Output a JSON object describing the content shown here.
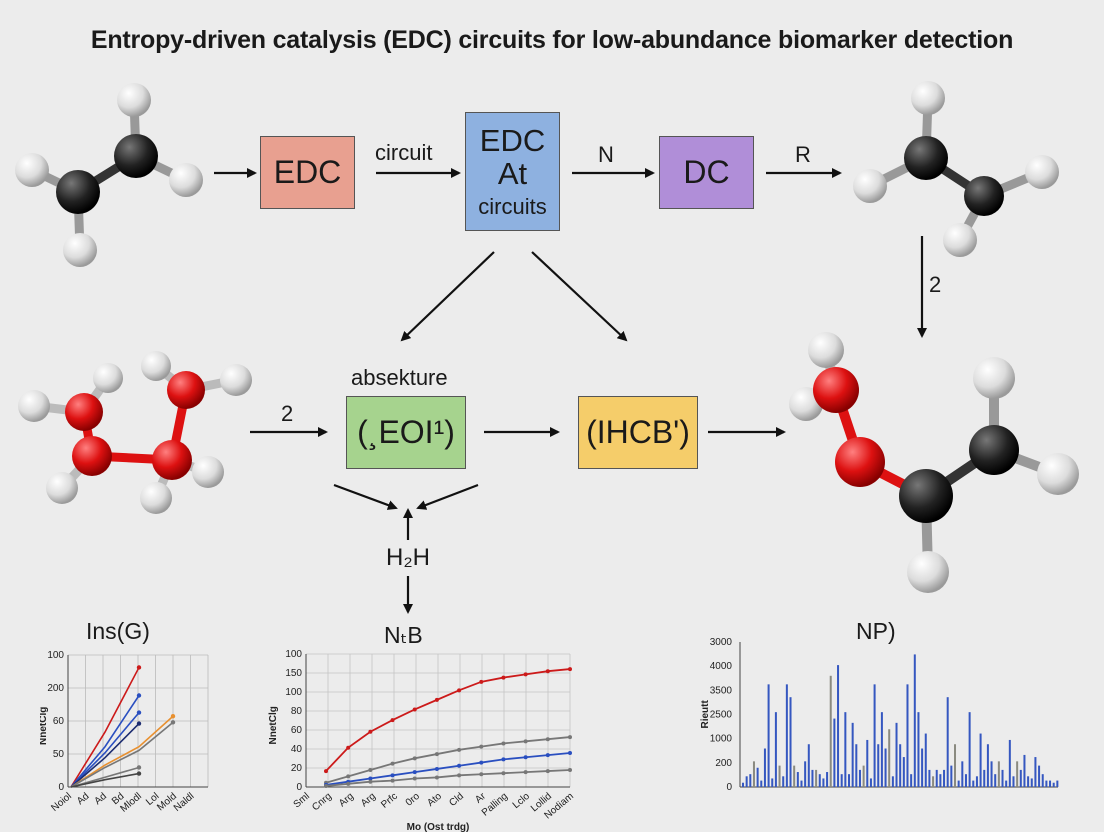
{
  "title": "Entropy-driven catalysis (EDC) circuits for low-abundance biomarker detection",
  "boxes": {
    "edc": "EDC",
    "mid_line1": "EDC",
    "mid_line2": "At",
    "mid_line3": "circuits",
    "dc": "DC",
    "eoi": "(¸EOI¹)",
    "ihcb": "(IHCB')"
  },
  "labels": {
    "circuit": "circuit",
    "n": "N",
    "r": "R",
    "two_right": "2",
    "two_left": "2",
    "absekture": "absekture",
    "h2h": "H₂H"
  },
  "colors": {
    "carbon": "#222222",
    "oxygen": "#dd1111",
    "hydrogen": "#e8e8e8",
    "red_series": "#cc1a1a",
    "blue_series": "#2a4fc0",
    "orange_series": "#e89030",
    "gray_series": "#777777"
  },
  "chart_data": [
    {
      "type": "line",
      "title": "Ins(G)",
      "ylabel": "NnetClg",
      "y_ticks": [
        "100",
        "200",
        "60",
        "50",
        "0"
      ],
      "x_ticks": [
        "Noiol",
        "Ad",
        "Ad",
        "Bd",
        "Mlodl",
        "Lol",
        "Mold",
        "Naldl"
      ],
      "series": [
        {
          "color": "red",
          "points": [
            [
              0,
              0
            ],
            [
              1,
              45
            ],
            [
              2,
              98
            ]
          ]
        },
        {
          "color": "blue",
          "points": [
            [
              0,
              0
            ],
            [
              1,
              33
            ],
            [
              2,
              75
            ]
          ]
        },
        {
          "color": "blue",
          "points": [
            [
              0,
              0
            ],
            [
              1,
              28
            ],
            [
              2,
              61
            ]
          ]
        },
        {
          "color": "dark blue",
          "points": [
            [
              0,
              0
            ],
            [
              1,
              24
            ],
            [
              2,
              52
            ]
          ]
        },
        {
          "color": "orange",
          "points": [
            [
              0,
              0
            ],
            [
              1,
              18
            ],
            [
              2,
              33
            ],
            [
              3,
              58
            ]
          ]
        },
        {
          "color": "gray",
          "points": [
            [
              0,
              0
            ],
            [
              1,
              16
            ],
            [
              2,
              30
            ],
            [
              3,
              53
            ]
          ]
        },
        {
          "color": "gray",
          "points": [
            [
              0,
              0
            ],
            [
              1,
              8
            ],
            [
              2,
              16
            ]
          ]
        },
        {
          "color": "dark",
          "points": [
            [
              0,
              0
            ],
            [
              1,
              6
            ],
            [
              2,
              11
            ]
          ]
        }
      ]
    },
    {
      "type": "line",
      "title": "NₜB",
      "ylabel": "NnetClg",
      "xlabel": "Mo (Ost trdg)",
      "y_ticks": [
        "100",
        "150",
        "100",
        "80",
        "60",
        "40",
        "20",
        "0"
      ],
      "x_ticks": [
        "Sml",
        "Cnrg",
        "Arg",
        "Arg",
        "Prfc",
        "0ro",
        "Ato",
        "Cld",
        "Ar",
        "Palling",
        "Lclo",
        "Lollid",
        "Nodiam"
      ],
      "series": [
        {
          "color": "red",
          "values": [
            15,
            37,
            52,
            63,
            73,
            82,
            91,
            99,
            103,
            106,
            109,
            111
          ]
        },
        {
          "color": "gray",
          "values": [
            4,
            10,
            16,
            22,
            27,
            31,
            35,
            38,
            41,
            43,
            45,
            47
          ]
        },
        {
          "color": "blue",
          "values": [
            2,
            5,
            8,
            11,
            14,
            17,
            20,
            23,
            26,
            28,
            30,
            32
          ]
        },
        {
          "color": "gray",
          "values": [
            1,
            3,
            5,
            6,
            8,
            9,
            11,
            12,
            13,
            14,
            15,
            16
          ]
        }
      ]
    },
    {
      "type": "bar",
      "title": "NP)",
      "ylabel": "Rieutt",
      "y_ticks": [
        "3000",
        "4000",
        "3500",
        "2500",
        "1000",
        "200",
        "0"
      ],
      "values": [
        2,
        5,
        6,
        12,
        9,
        3,
        18,
        48,
        4,
        35,
        10,
        5,
        48,
        42,
        10,
        7,
        3,
        12,
        20,
        8,
        8,
        6,
        4,
        7,
        52,
        32,
        57,
        6,
        35,
        6,
        30,
        20,
        8,
        10,
        22,
        4,
        48,
        20,
        35,
        18,
        27,
        5,
        30,
        20,
        14,
        48,
        6,
        62,
        35,
        18,
        25,
        8,
        5,
        8,
        6,
        8,
        42,
        10,
        20,
        3,
        12,
        6,
        35,
        3,
        5,
        25,
        8,
        20,
        12,
        6,
        12,
        8,
        3,
        22,
        5,
        12,
        8,
        15,
        5,
        4,
        14,
        10,
        6,
        3,
        3,
        2,
        3
      ],
      "colors": "mixed blue and gray"
    }
  ]
}
